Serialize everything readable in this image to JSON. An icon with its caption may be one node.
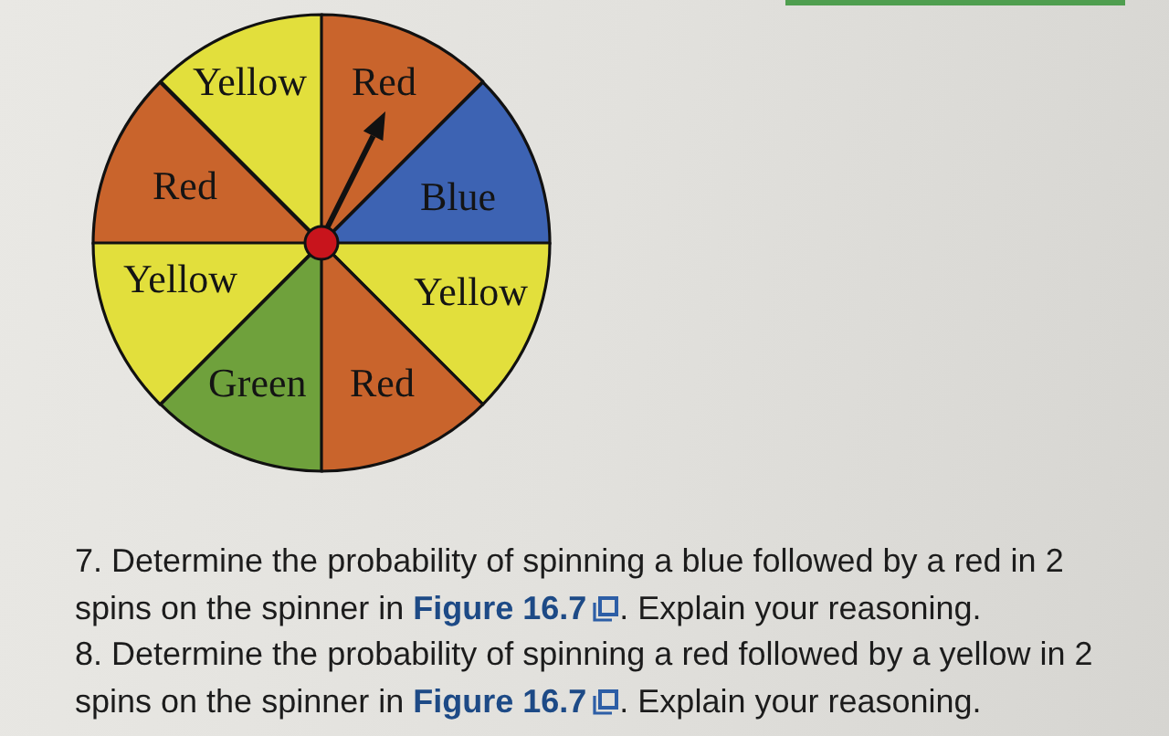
{
  "diagram": {
    "nodes": [
      {
        "text": [
          "Yellow"
        ]
      },
      {
        "text": [
          "Red"
        ]
      },
      {
        "text": [
          "Red"
        ]
      },
      {
        "text": [
          "Blue"
        ]
      },
      {
        "text": [
          "Yellow"
        ]
      },
      {
        "text": [
          "Yellow"
        ]
      },
      {
        "text": [
          "Green"
        ]
      },
      {
        "text": [
          "Red"
        ]
      }
    ],
    "labels": [
      "7. Determine the probability of spinning a blue followed by a red in 2 spins on the spinner in **Figure 16.7**. Explain your reasoning.",
      "8. Determine the probability of spinning a red followed by a yellow in 2 spins on the spinner in **Figure 16.7**. Explain your reasoning."
    ]
  }
}
